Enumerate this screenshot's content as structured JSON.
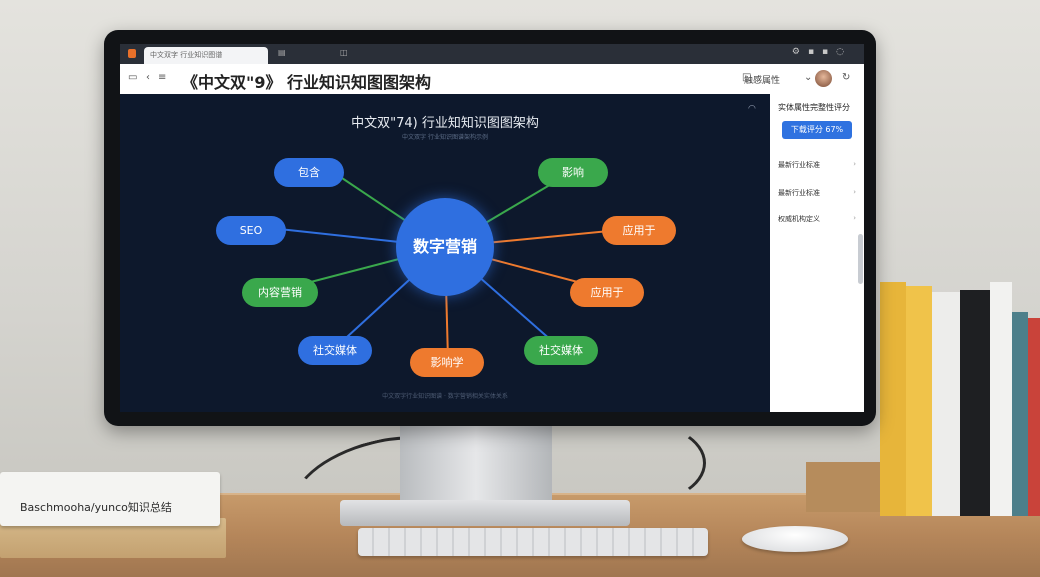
{
  "browser": {
    "tab_title": "中文双字 行业知识图谱",
    "page_title": "《中文双\"9》  行业知识知图图架构",
    "top_right_label": "触感属性"
  },
  "canvas": {
    "title": "中文双\"74) 行业知知识图图架构",
    "subtitle": "中文双字 行业知识图谱架构示例",
    "footer": "中文双字行业知识图谱 · 数字营销相关实体关系",
    "center_label": "数字营销",
    "nodes": [
      {
        "label": "包含",
        "color": "#2f6fe0"
      },
      {
        "label": "SEO",
        "color": "#2f6fe0"
      },
      {
        "label": "内容营销",
        "color": "#3aa84c"
      },
      {
        "label": "社交媒体",
        "color": "#2f6fe0"
      },
      {
        "label": "影响",
        "color": "#3aa84c"
      },
      {
        "label": "应用于",
        "color": "#ee7a2e"
      },
      {
        "label": "应用于",
        "color": "#ee7a2e"
      },
      {
        "label": "社交媒体",
        "color": "#3aa84c"
      },
      {
        "label": "影响学",
        "color": "#ee7a2e"
      }
    ]
  },
  "panel": {
    "title": "实体属性完整性评分",
    "score_button": "下载评分 67%",
    "items": [
      "最新行业标准",
      "最新行业标准",
      "权威机构定义"
    ]
  },
  "desk": {
    "book_title": "Baschmooha/yunco知识总结"
  }
}
